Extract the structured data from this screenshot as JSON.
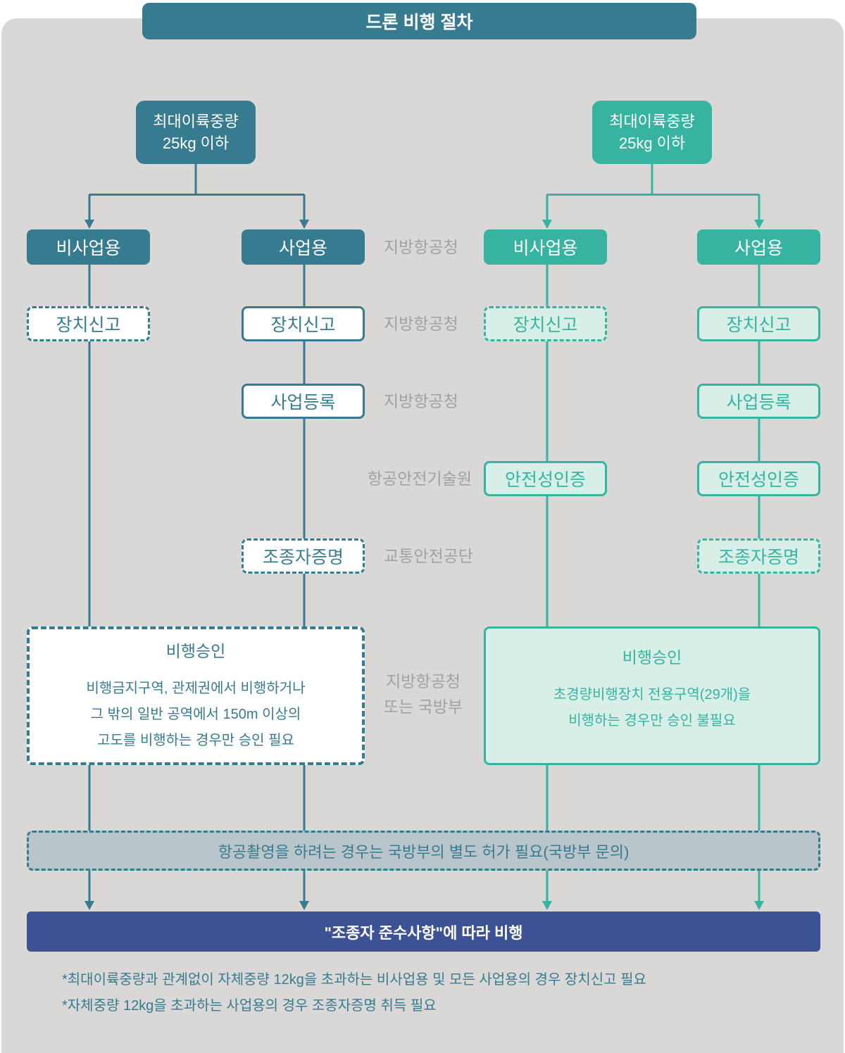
{
  "title": "드론 비행 절차",
  "left": {
    "root_line1": "최대이륙중량",
    "root_line2": "25kg 이하",
    "non_business": "비사업용",
    "business": "사업용",
    "device_report_nb": "장치신고",
    "device_report_b": "장치신고",
    "business_registration": "사업등록",
    "pilot_certificate": "조종자증명",
    "flight_approval": {
      "title": "비행승인",
      "line1": "비행금지구역, 관제권에서 비행하거나",
      "line2": "그 밖의 일반 공역에서 150m 이상의",
      "line3": "고도를 비행하는 경우만 승인 필요"
    }
  },
  "right": {
    "root_line1": "최대이륙중량",
    "root_line2": "25kg 이하",
    "non_business": "비사업용",
    "business": "사업용",
    "device_report_nb": "장치신고",
    "device_report_b": "장치신고",
    "business_registration": "사업등록",
    "safety_cert_nb": "안전성인증",
    "safety_cert_b": "안전성인증",
    "pilot_certificate": "조종자증명",
    "flight_approval": {
      "title": "비행승인",
      "line1": "초경량비행장치 전용구역(29개)을",
      "line2": "비행하는 경우만 승인 불필요"
    }
  },
  "agency_labels": {
    "row2": "지방항공청",
    "row3": "지방항공청",
    "row4": "지방항공청",
    "row5": "항공안전기술원",
    "row6": "교통안전공단",
    "row7_line1": "지방항공청",
    "row7_line2": "또는 국방부"
  },
  "photo_permission_bar": "항공촬영을 하려는 경우는 국방부의 별도 허가 필요(국방부 문의)",
  "compliance_bar": "\"조종자 준수사항\"에 따라 비행",
  "footnotes": [
    "*최대이륙중량과 관계없이 자체중량 12kg을 초과하는 비사업용 및 모든 사업용의 경우 장치신고 필요",
    "*자체중량 12kg을 초과하는 사업용의 경우 조종자증명 취득 필요"
  ],
  "colors": {
    "blue": "#377b91",
    "green": "#36b4a1",
    "light_green_fill": "#d8efe8",
    "navy": "#3d5294",
    "photo_bar_fill": "#b9c5ca",
    "label_gray": "#a1a19f",
    "background_gray": "#d9d8d6"
  }
}
